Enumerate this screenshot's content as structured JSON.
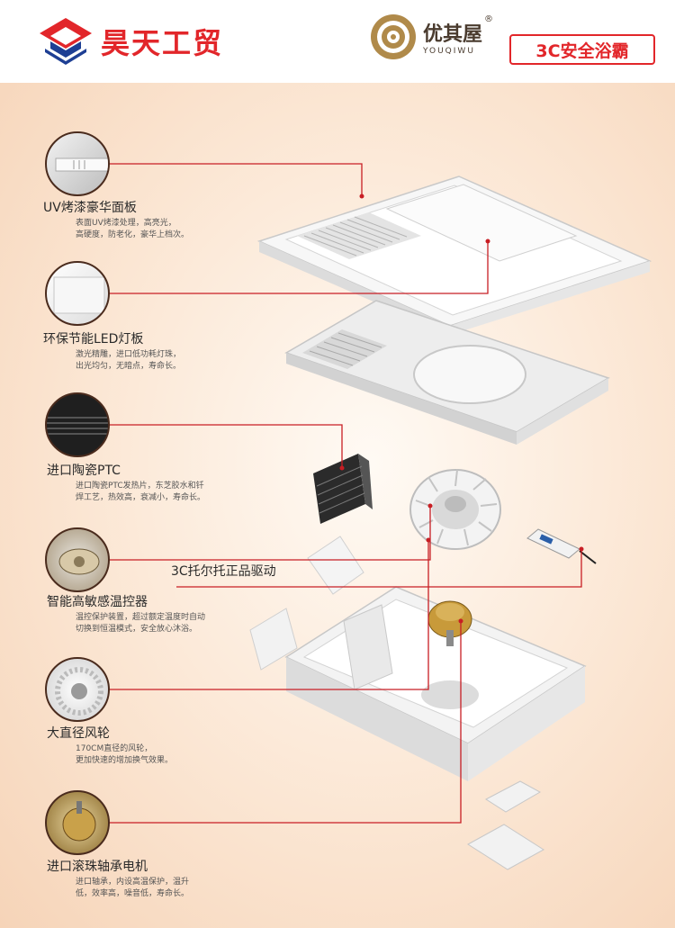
{
  "header": {
    "brand_name": "昊天工贸",
    "logo_icon": "haotian-logo-icon",
    "partner_name_cn": "优其屋",
    "partner_name_en": "YOUQIWU",
    "registered_mark": "®",
    "badge_text": "3C安全浴霸"
  },
  "features": [
    {
      "title": "UV烤漆豪华面板",
      "desc": [
        "表面UV烤漆处理，高亮光，",
        "高硬度，防老化，豪华上档次。"
      ],
      "icon": "panel-thumb-icon"
    },
    {
      "title": "环保节能LED灯板",
      "desc": [
        "激光精雕，进口低功耗灯珠，",
        "出光均匀，无暗点，寿命长。"
      ],
      "icon": "led-board-thumb-icon"
    },
    {
      "title": "进口陶瓷PTC",
      "desc": [
        "进口陶瓷PTC发热片，东芝胶水和钎",
        "焊工艺，热效高，衰减小，寿命长。"
      ],
      "icon": "ptc-heater-thumb-icon"
    },
    {
      "title": "智能高敏感温控器",
      "desc": [
        "温控保护装置，超过额定温度时自动",
        "切换到恒温模式，安全放心沐浴。"
      ],
      "icon": "thermostat-thumb-icon"
    },
    {
      "title": "大直径风轮",
      "desc": [
        "170CM直径的风轮，",
        "更加快速的增加换气效果。"
      ],
      "icon": "fan-wheel-thumb-icon"
    },
    {
      "title": "进口滚珠轴承电机",
      "desc": [
        "进口轴承，内设高温保护，温升",
        "低，效率高，噪音低，寿命长。"
      ],
      "icon": "motor-thumb-icon"
    }
  ],
  "driver_label": "3C托尔托正品驱动",
  "colors": {
    "accent": "#e2262a",
    "leader_line": "#c81e24",
    "ring": "#4a2b1d"
  }
}
